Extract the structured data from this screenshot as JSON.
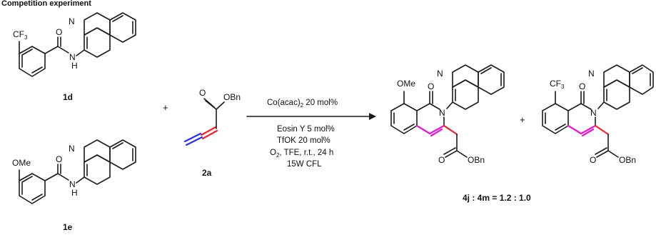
{
  "header_text": "Competition experiment",
  "compounds": {
    "reactant_top": {
      "label": "1d",
      "substituent": "CF",
      "sub_index": "3"
    },
    "reactant_bottom": {
      "label": "1e",
      "substituent": "OMe"
    },
    "reagent": {
      "label": "2a",
      "ester_group": "OBn",
      "carbonyl_o": "O"
    },
    "product_left": {
      "substituent": "OMe",
      "ester_group": "OBn"
    },
    "product_right": {
      "substituent": "CF",
      "sub_index": "3",
      "ester_group": "OBn"
    }
  },
  "atoms": {
    "N": "N",
    "O": "O",
    "H": "H"
  },
  "plus_sign": "+",
  "conditions": {
    "line1_main": "Co(acac)",
    "line1_sub": "2",
    "line1_rest": " 20 mol%",
    "line2": "Eosin Y 5 mol%",
    "line3": "TfOK 20 mol%",
    "line4_o": "O",
    "line4_sub": "2",
    "line4_rest": ", TFE, r.t., 24 h",
    "line5": "15W CFL"
  },
  "ratio": {
    "text": "4j : 4m = 1.2 : 1.0"
  },
  "colors": {
    "magenta": "#e21bd0",
    "red": "#e8262b",
    "blue": "#2a33e8"
  }
}
